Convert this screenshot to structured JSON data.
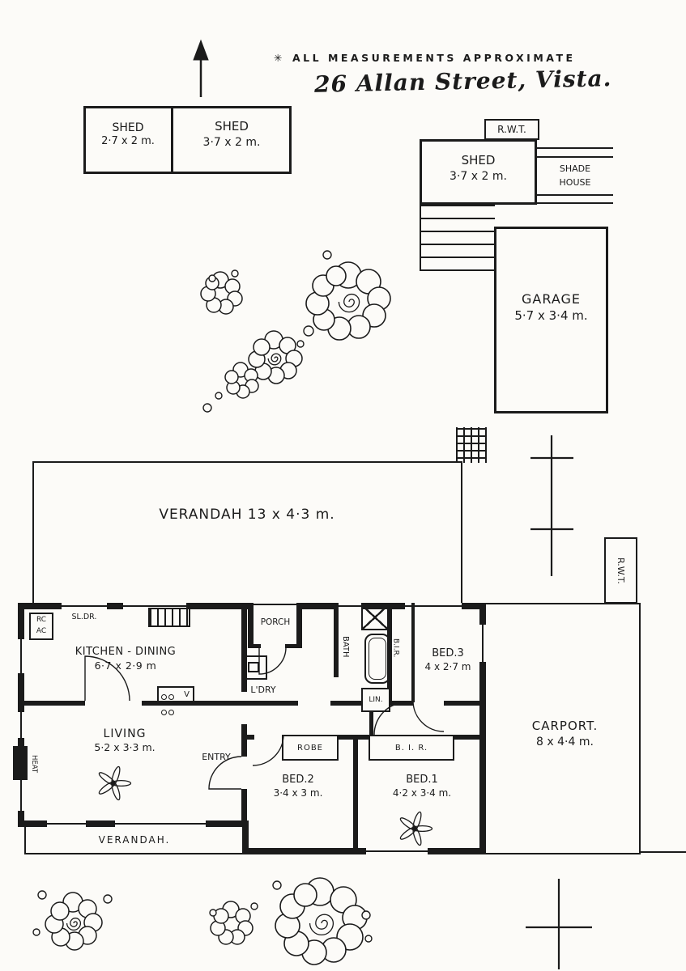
{
  "header": {
    "note_icon": "✳",
    "note": "ALL MEASUREMENTS APPROXIMATE",
    "title": "26 Allan Street, Vista."
  },
  "site": {
    "shed_a_label": "SHED",
    "shed_a_size": "2·7 x 2 m.",
    "shed_b_label": "SHED",
    "shed_b_size": "3·7 x 2 m.",
    "rwt_top": "R.W.T.",
    "shed_c_label": "SHED",
    "shed_c_size": "3·7 x 2 m.",
    "shade_line1": "SHADE",
    "shade_line2": "HOUSE",
    "garage_label": "GARAGE",
    "garage_size": "5·7 x 3·4 m.",
    "verandah_front": "VERANDAH  13 x 4·3 m.",
    "rwt_side": "R.W.T.",
    "carport_label": "CARPORT.",
    "carport_size": "8 x 4·4 m."
  },
  "house": {
    "kitchen_label": "KITCHEN - DINING",
    "kitchen_size": "6·7 x 2·9 m",
    "sliding_door": "SL.DR.",
    "ac_line1": "RC",
    "ac_line2": "AC",
    "porch": "PORCH",
    "laundry": "L'DRY",
    "bath": "BATH",
    "bir_bed3": "B.I.R.",
    "bed3_label": "BED.3",
    "bed3_size": "4 x 2·7 m",
    "linen": "LIN.",
    "living_label": "LIVING",
    "living_size": "5·2 x 3·3 m.",
    "heater": "HEAT",
    "entry": "ENTRY",
    "robe": "ROBE",
    "bir_bed1": "B. I. R.",
    "bed2_label": "BED.2",
    "bed2_size": "3·4 x 3 m.",
    "bed1_label": "BED.1",
    "bed1_size": "4·2 x 3·4 m.",
    "verandah_rear": "VERANDAH.",
    "stove_v": "V"
  }
}
